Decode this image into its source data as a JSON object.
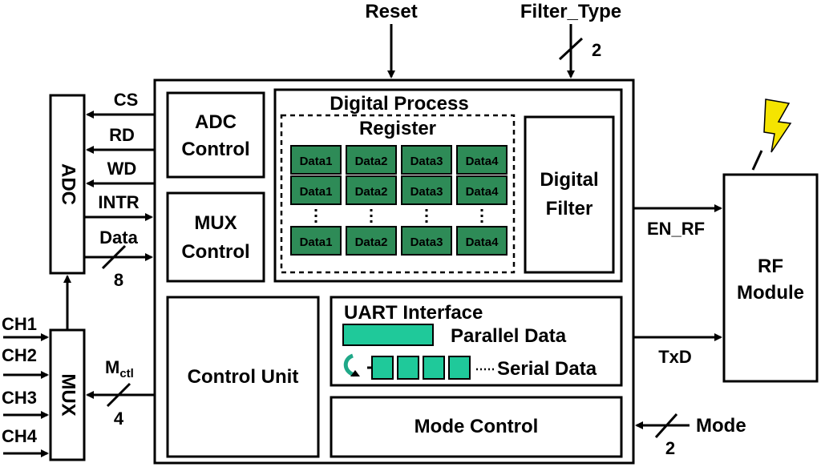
{
  "signals": {
    "reset": "Reset",
    "filter_type": "Filter_Type",
    "filter_type_width": "2",
    "cs": "CS",
    "rd": "RD",
    "wd": "WD",
    "intr": "INTR",
    "data": "Data",
    "data_width": "8",
    "mctl_main": "M",
    "mctl_sub": "ctl",
    "mctl_width": "4",
    "en_rf": "EN_RF",
    "txd": "TxD",
    "mode": "Mode",
    "mode_width": "2",
    "channels": [
      "CH1",
      "CH2",
      "CH3",
      "CH4"
    ]
  },
  "blocks": {
    "adc": "ADC",
    "mux": "MUX",
    "adc_control_line1": "ADC",
    "adc_control_line2": "Control",
    "mux_control_line1": "MUX",
    "mux_control_line2": "Control",
    "control_unit": "Control Unit",
    "digital_process": "Digital Process",
    "register": "Register",
    "digital_filter_line1": "Digital",
    "digital_filter_line2": "Filter",
    "uart_interface": "UART Interface",
    "parallel_data": "Parallel Data",
    "serial_data": "Serial Data",
    "mode_control": "Mode Control",
    "rf_module_line1": "RF",
    "rf_module_line2": "Module"
  },
  "register_cells": {
    "row1": [
      "Data1",
      "Data2",
      "Data3",
      "Data4"
    ],
    "row2": [
      "Data1",
      "Data2",
      "Data3",
      "Data4"
    ],
    "row3": [
      "Data1",
      "Data2",
      "Data3",
      "Data4"
    ]
  },
  "colors": {
    "register_cell": "#2e8b57",
    "uart_data": "#1fc99a",
    "lightning": "#f5e400"
  },
  "icons": [
    "lightning-bolt-icon",
    "serial-shift-icon"
  ]
}
